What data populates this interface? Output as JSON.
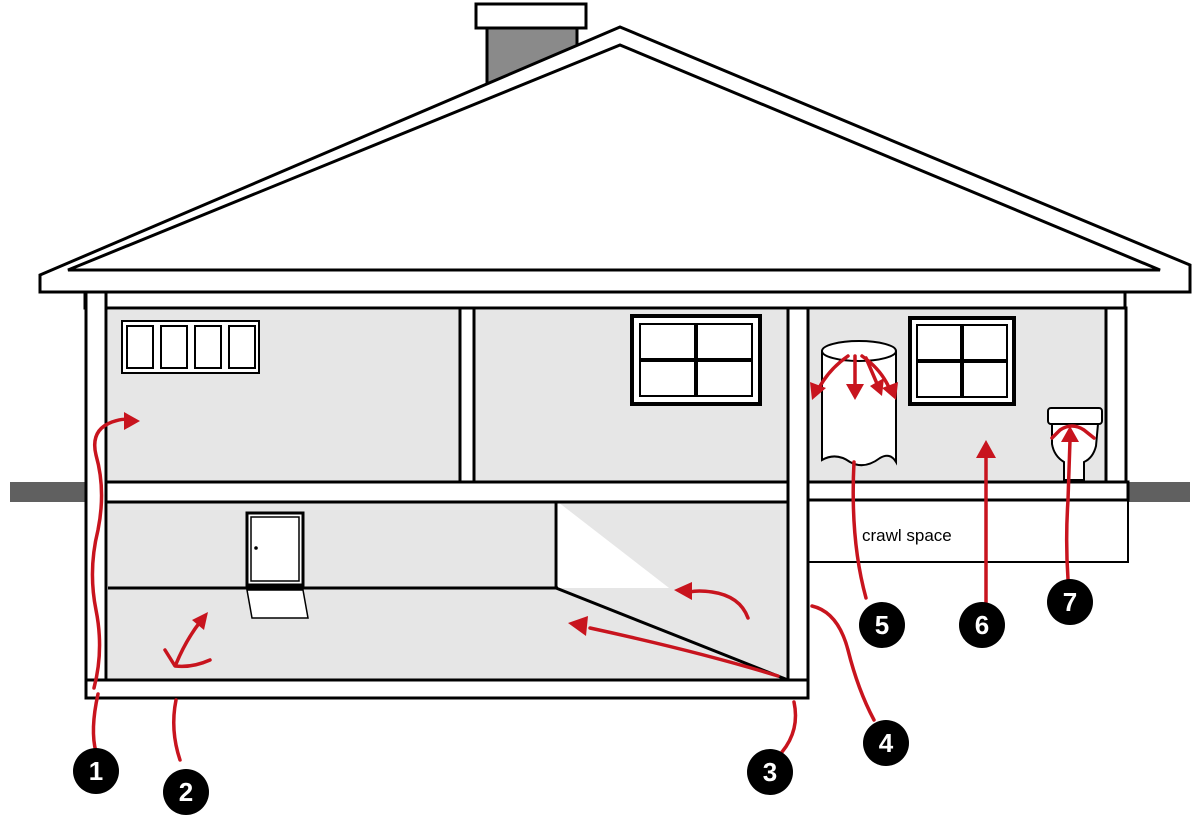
{
  "labels": {
    "crawl_space": "crawl space"
  },
  "markers": [
    "1",
    "2",
    "3",
    "4",
    "5",
    "6",
    "7"
  ],
  "colors": {
    "arrow": "#c8141e",
    "room_fill": "#e6e6e6",
    "ground": "#606060",
    "chimney": "#8a8a8a"
  }
}
